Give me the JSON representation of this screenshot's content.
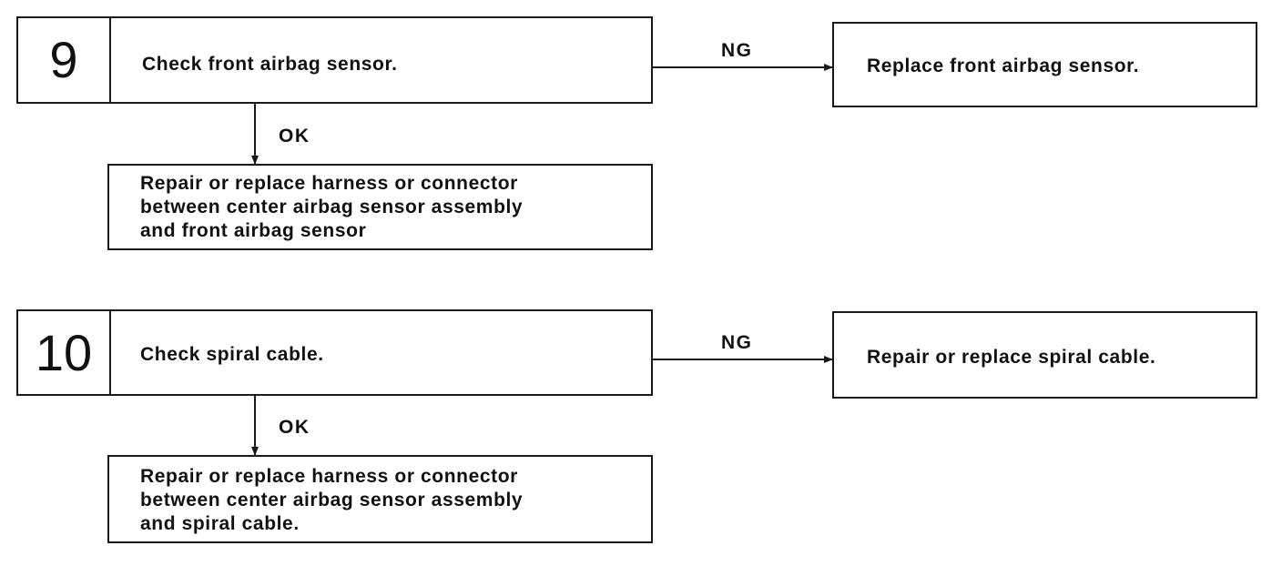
{
  "steps": [
    {
      "number": "9",
      "check": "Check front airbag sensor.",
      "ng_label": "NG",
      "ng_action": "Replace front airbag sensor.",
      "ok_label": "OK",
      "ok_action": "Repair or replace harness or connector\nbetween center airbag sensor assembly\nand front airbag sensor"
    },
    {
      "number": "10",
      "check": "Check spiral cable.",
      "ng_label": "NG",
      "ng_action": "Repair or replace spiral cable.",
      "ok_label": "OK",
      "ok_action": "Repair or replace harness or connector\nbetween center airbag sensor assembly\nand spiral cable."
    }
  ],
  "colors": {
    "line": "#1a1a1a",
    "background": "#ffffff"
  }
}
